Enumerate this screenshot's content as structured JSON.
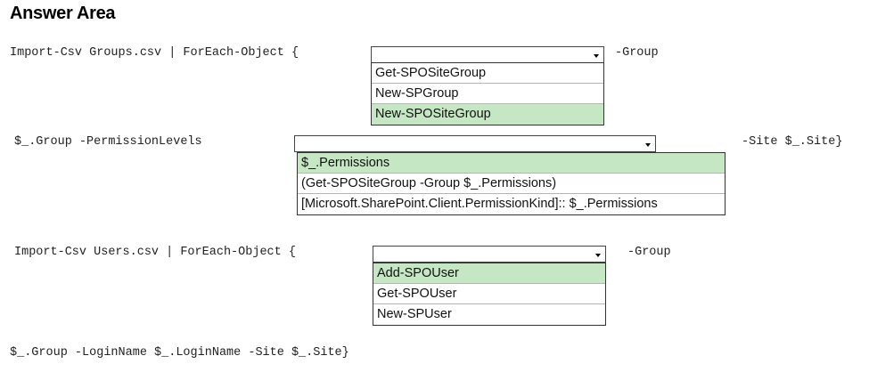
{
  "title": "Answer Area",
  "line1": {
    "prefix": "Import-Csv Groups.csv | ForEach-Object {",
    "suffix": "-Group",
    "options": [
      "Get-SPOSiteGroup",
      "New-SPGroup",
      "New-SPOSiteGroup"
    ],
    "selected_index": 2
  },
  "line2": {
    "prefix": "$_.Group -PermissionLevels",
    "suffix": "-Site $_.Site}",
    "options": [
      "$_.Permissions",
      "(Get-SPOSiteGroup -Group $_.Permissions)",
      "[Microsoft.SharePoint.Client.PermissionKind]:: $_.Permissions"
    ],
    "selected_index": 0
  },
  "line3": {
    "prefix": "Import-Csv Users.csv | ForEach-Object {",
    "suffix": "-Group",
    "options": [
      "Add-SPOUser",
      "Get-SPOUser",
      "New-SPUser"
    ],
    "selected_index": 0
  },
  "line4": {
    "text": "$_.Group -LoginName $_.LoginName -Site $_.Site}"
  }
}
